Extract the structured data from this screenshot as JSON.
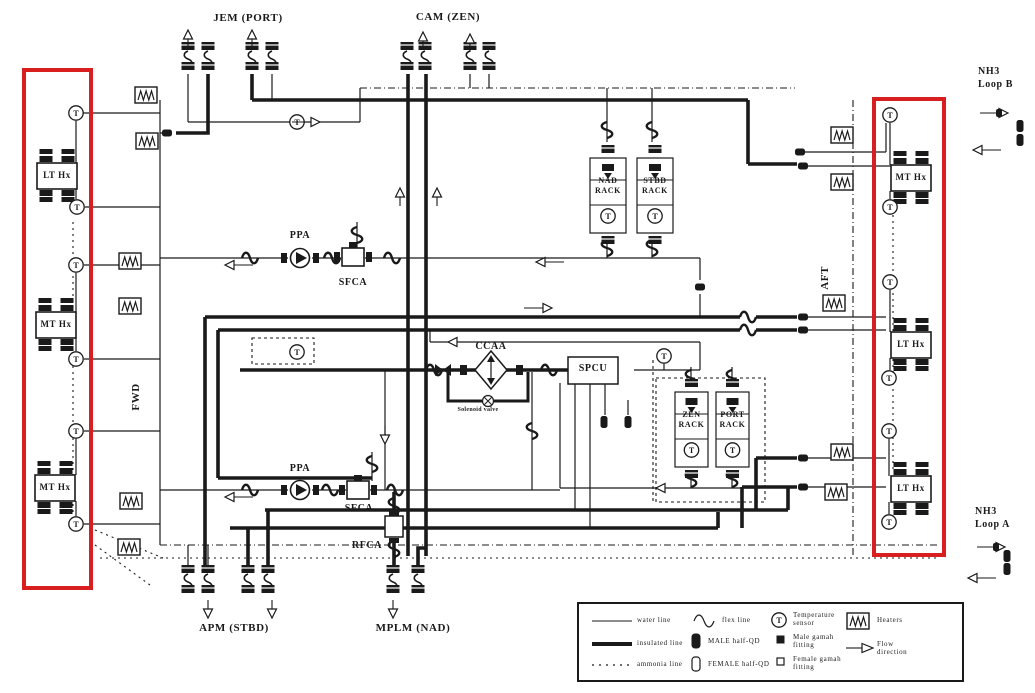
{
  "colors": {
    "highlight": "#d81e1e",
    "ink": "#1a1a1a",
    "background": "#ffffff"
  },
  "interfaces": {
    "jem": "JEM (PORT)",
    "cam": "CAM (ZEN)",
    "apm": "APM (STBD)",
    "mplm": "MPLM (NAD)"
  },
  "orientation": {
    "fwd": "FWD",
    "aft": "AFT"
  },
  "loops": {
    "b": "NH3\nLoop B",
    "a": "NH3\nLoop A"
  },
  "heat_exchangers": {
    "left": [
      "LT Hx",
      "MT Hx",
      "MT Hx"
    ],
    "right": [
      "MT Hx",
      "LT Hx",
      "LT Hx"
    ]
  },
  "components": {
    "ppa1": "PPA",
    "sfca1": "SFCA",
    "ppa2": "PPA",
    "sfca2": "SFCA",
    "ccaa": "CCAA",
    "spcu": "SPCU",
    "rfca": "RFCA",
    "valve_note": "Solenoid valve"
  },
  "racks": {
    "nad": "NAD\nRACK",
    "stbd": "STBD\nRACK",
    "zen": "ZEN\nRACK",
    "port": "PORT\nRACK"
  },
  "symbols": {
    "temperature_glyph": "T"
  },
  "legend": {
    "water_line": "water line",
    "flex_line": "flex line",
    "temperature_sensor": "Temperature\nsensor",
    "heaters": "Heaters",
    "insulated_line": "insulated line",
    "male_half_qd": "MALE half-QD",
    "male_gamah": "Male gamah\nfitting",
    "flow_direction": "Flow\ndirection",
    "ammonia_line": "ammonia line",
    "female_half_qd": "FEMALE half-QD",
    "female_gamah": "Female gamah\nfitting"
  }
}
